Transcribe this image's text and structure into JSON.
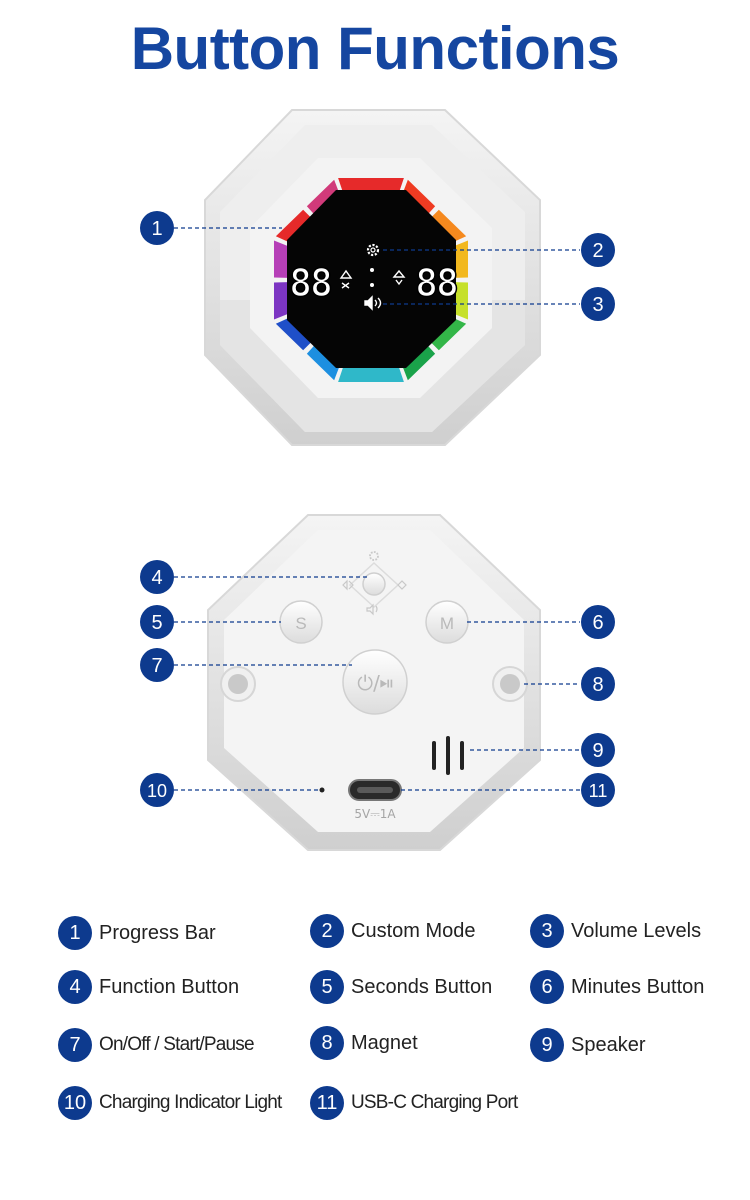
{
  "title": "Button Functions",
  "display": {
    "left_digits": "88",
    "right_digits": "88"
  },
  "device_buttons": {
    "seconds": "S",
    "minutes": "M",
    "power": "⏻/⏯",
    "port_rating": "5V⎓1A"
  },
  "callouts": [
    "1",
    "2",
    "3",
    "4",
    "5",
    "6",
    "7",
    "8",
    "9",
    "10",
    "11"
  ],
  "legend": [
    {
      "num": "1",
      "label": "Progress Bar"
    },
    {
      "num": "2",
      "label": "Custom Mode"
    },
    {
      "num": "3",
      "label": "Volume Levels"
    },
    {
      "num": "4",
      "label": "Function Button"
    },
    {
      "num": "5",
      "label": "Seconds Button"
    },
    {
      "num": "6",
      "label": "Minutes Button"
    },
    {
      "num": "7",
      "label": "On/Off / Start/Pause"
    },
    {
      "num": "8",
      "label": "Magnet"
    },
    {
      "num": "9",
      "label": "Speaker"
    },
    {
      "num": "10",
      "label": "Charging Indicator Light"
    },
    {
      "num": "11",
      "label": "USB-C Charging Port"
    }
  ],
  "colors": {
    "badge": "#0d3a8e",
    "title": "#1546a0",
    "ring": [
      "#e62a2a",
      "#ef3b22",
      "#f5891e",
      "#f2b81e",
      "#c6e02a",
      "#33b648",
      "#1aa34a",
      "#2fb8c9",
      "#1d8fe0",
      "#1f4fc8",
      "#7c35c2",
      "#b63fb7"
    ]
  }
}
